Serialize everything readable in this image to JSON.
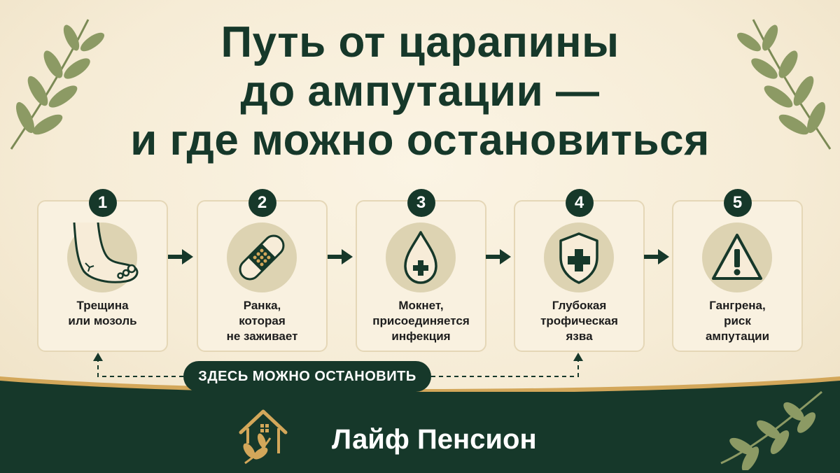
{
  "title_lines": [
    "Путь от царапины",
    "до ампутации —",
    "и где можно остановиться"
  ],
  "steps": [
    {
      "number": "1",
      "icon": "foot-icon",
      "label": [
        "Трещина",
        "или мозоль"
      ]
    },
    {
      "number": "2",
      "icon": "bandage-icon",
      "label": [
        "Ранка,",
        "которая",
        "не заживает"
      ]
    },
    {
      "number": "3",
      "icon": "drop-cross-icon",
      "label": [
        "Мокнет,",
        "присоединяется",
        "инфекция"
      ]
    },
    {
      "number": "4",
      "icon": "shield-cross-icon",
      "label": [
        "Глубокая",
        "трофическая",
        "язва"
      ]
    },
    {
      "number": "5",
      "icon": "warning-icon",
      "label": [
        "Гангрена,",
        "риск",
        "ампутации"
      ]
    }
  ],
  "stop_label": "ЗДЕСЬ МОЖНО ОСТАНОВИТЬ",
  "brand": "Лайф Пенсион",
  "colors": {
    "background": "#f6ecd6",
    "dark_green": "#16382a",
    "icon_disc": "#ddd3b2",
    "card_border": "#e5d7b7",
    "leaf": "#8c9a64",
    "gold": "#d3a75a"
  }
}
